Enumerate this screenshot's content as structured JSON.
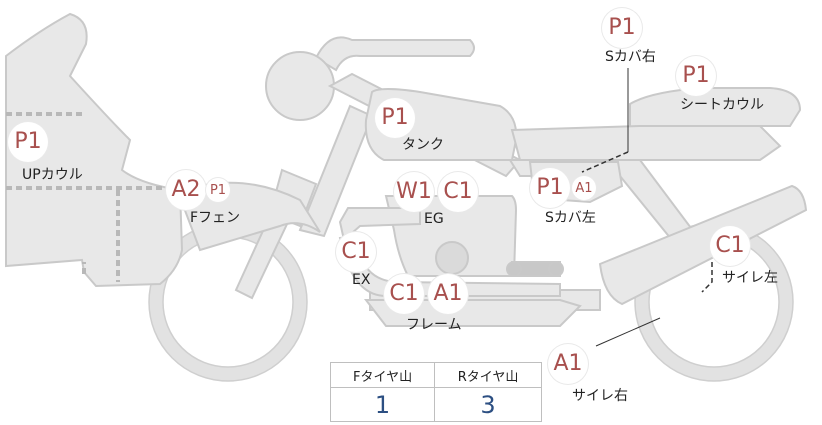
{
  "parts": {
    "s_cover_right": {
      "label": "Sカバ右",
      "grades": [
        "P1"
      ]
    },
    "seat_cowl": {
      "label": "シートカウル",
      "grades": [
        "P1"
      ]
    },
    "tank": {
      "label": "タンク",
      "grades": [
        "P1"
      ]
    },
    "up_cowl": {
      "label": "UPカウル",
      "grades": [
        "P1"
      ]
    },
    "f_fender": {
      "label": "Fフェン",
      "grades": [
        "A2",
        "P1"
      ]
    },
    "engine": {
      "label": "EG",
      "grades": [
        "W1",
        "C1"
      ]
    },
    "s_cover_left": {
      "label": "Sカバ左",
      "grades": [
        "P1",
        "A1"
      ]
    },
    "exhaust": {
      "label": "EX",
      "grades": [
        "C1"
      ]
    },
    "frame": {
      "label": "フレーム",
      "grades": [
        "C1",
        "A1"
      ]
    },
    "muffler_left": {
      "label": "サイレ左",
      "grades": [
        "C1"
      ]
    },
    "muffler_right": {
      "label": "サイレ右",
      "grades": [
        "A1"
      ]
    }
  },
  "tread_table": {
    "front_header": "Fタイヤ山",
    "rear_header": "Rタイヤ山",
    "front_value": "1",
    "rear_value": "3"
  },
  "colors": {
    "grade_text": "#a8504e",
    "tread_value": "#2c4f82",
    "body_fill": "#e8e8e8",
    "outline": "#c9c9c9"
  }
}
